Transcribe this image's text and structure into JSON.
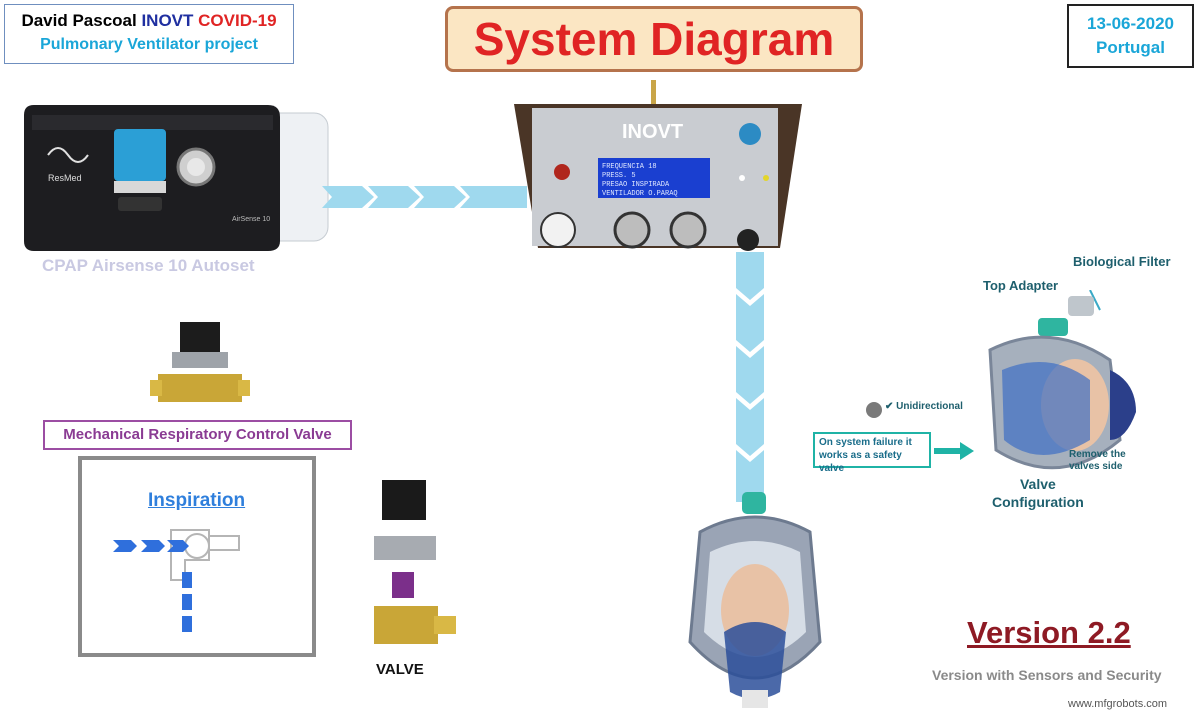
{
  "header": {
    "author": "David Pascoal",
    "org": "INOVT",
    "topic": "COVID-19",
    "project": "Pulmonary Ventilator project",
    "colors": {
      "author": "#111111",
      "org": "#1f2fa0",
      "topic": "#e02424",
      "project": "#1aa6d8"
    }
  },
  "title": "System Diagram",
  "date": {
    "day": "13-06-2020",
    "place": "Portugal"
  },
  "cpap": {
    "caption": "CPAP Airsense 10 Autoset",
    "brand": "ResMed",
    "model": "AirSense 10"
  },
  "controller": {
    "logo": "INOVT",
    "lcd_lines": [
      "FREQUENCIA 18",
      "PRESS.    5",
      "PRESAO INSPIRADA",
      "VENTILADOR O.PARAQ"
    ]
  },
  "valve_section": {
    "label": "Mechanical Respiratory Control Valve",
    "inspiration_title": "Inspiration",
    "valve_caption": "VALVE"
  },
  "mask_config": {
    "biological_filter": "Biological Filter",
    "top_adapter": "Top Adapter",
    "unidirectional": "Unidirectional",
    "safety_note_line1": "On system failure it",
    "safety_note_line2": "works as a safety valve",
    "remove_line1": "Remove the",
    "remove_line2": "valves side",
    "valve_config_line1": "Valve",
    "valve_config_line2": "Configuration"
  },
  "version": {
    "label": "Version 2.2",
    "subtitle": "Version with Sensors and Security"
  },
  "watermark": "www.mfgrobots.com"
}
